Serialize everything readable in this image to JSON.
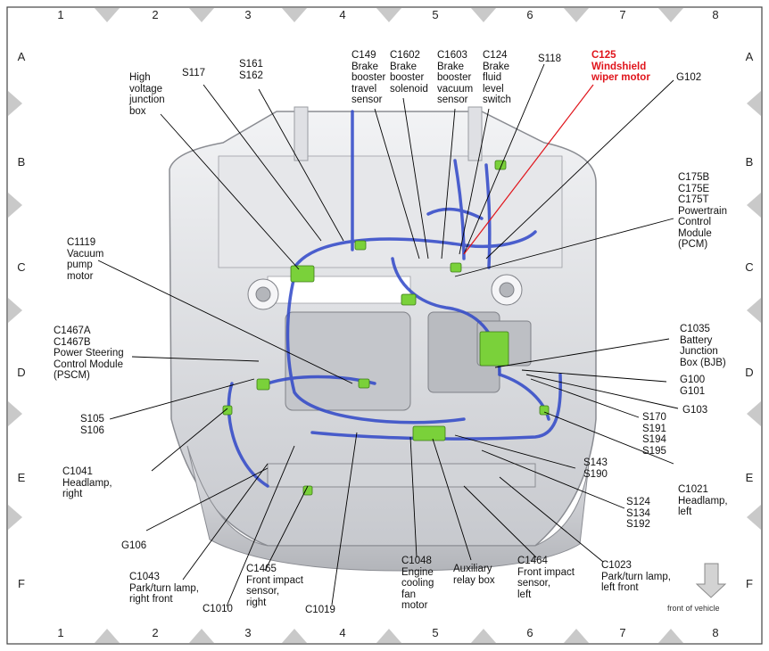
{
  "grid": {
    "columns": [
      "1",
      "2",
      "3",
      "4",
      "5",
      "6",
      "7",
      "8"
    ],
    "rows": [
      "A",
      "B",
      "C",
      "D",
      "E",
      "F"
    ]
  },
  "callouts": {
    "c1119": "C1119\nVacuum\npump\nmotor",
    "hv_box": "High\nvoltage\njunction\nbox",
    "s117": "S117",
    "s161": "S161\nS162",
    "c149": "C149\nBrake\nbooster\ntravel\nsensor",
    "c1602": "C1602\nBrake\nbooster\nsolenoid",
    "c1603": "C1603\nBrake\nbooster\nvacuum\nsensor",
    "c124": "C124\nBrake\nfluid\nlevel\nswitch",
    "s118": "S118",
    "c125": "C125\nWindshield\nwiper motor",
    "g102": "G102",
    "c175": "C175B\nC175E\nC175T\nPowertrain\nControl\nModule\n(PCM)",
    "c1467": "C1467A\nC1467B\nPower Steering\nControl Module\n(PSCM)",
    "c1035": "C1035\nBattery\nJunction\nBox (BJB)",
    "g100": "G100\nG101",
    "g103": "G103",
    "s105": "S105\nS106",
    "s170": "S170\nS191\nS194\nS195",
    "c1041": "C1041\nHeadlamp,\nright",
    "c1021": "C1021\nHeadlamp,\nleft",
    "s143": "S143\nS190",
    "s124": "S124\nS134\nS192",
    "g106": "G106",
    "c1043": "C1043\nPark/turn lamp,\nright front",
    "c1465": "C1465\nFront impact\nsensor,\nright",
    "c1048": "C1048\nEngine\ncooling\nfan\nmotor",
    "aux": "Auxiliary\nrelay box",
    "c1464": "C1464\nFront impact\nsensor,\nleft",
    "c1023": "C1023\nPark/turn lamp,\nleft front",
    "c1010": "C1010",
    "c1019": "C1019"
  },
  "front_of_vehicle": "front of vehicle",
  "colors": {
    "harness": "#2f47c8",
    "connector": "#7ad13a",
    "highlight": "#e0141b",
    "body": "#d9dbe0"
  }
}
